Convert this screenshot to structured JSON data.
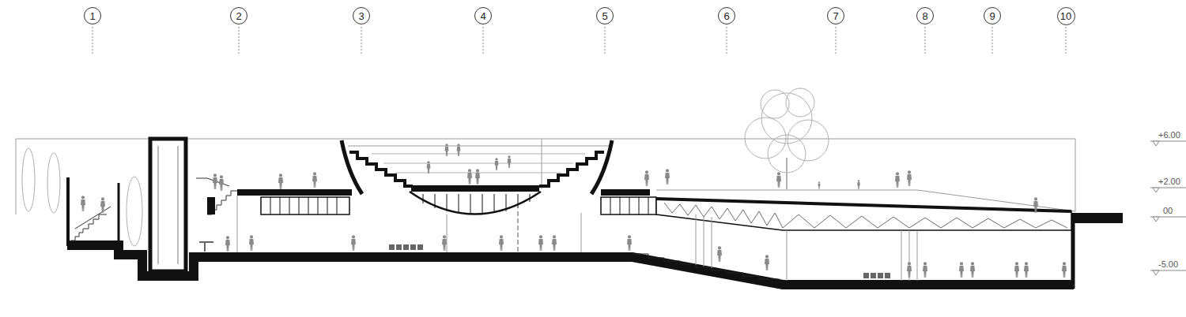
{
  "diagram": {
    "nodes": [
      {
        "text": [
          "1"
        ]
      },
      {
        "text": [
          "2"
        ]
      },
      {
        "text": [
          "3"
        ]
      },
      {
        "text": [
          "4"
        ]
      },
      {
        "text": [
          "5"
        ]
      },
      {
        "text": [
          "6"
        ]
      },
      {
        "text": [
          "7"
        ]
      },
      {
        "text": [
          "8"
        ]
      },
      {
        "text": [
          "9"
        ]
      },
      {
        "text": [
          "10"
        ]
      }
    ],
    "labels": [
      "+6.00",
      "+2.00",
      "00",
      "-5.00"
    ]
  }
}
